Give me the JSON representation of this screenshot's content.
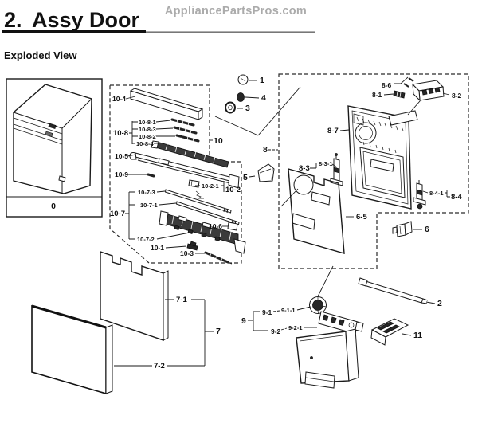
{
  "header": {
    "section_number": "2.",
    "title": "Assy Door",
    "watermark": "AppliancePartsPros.com",
    "subtitle": "Exploded View"
  },
  "colors": {
    "line": "#1a1a1a",
    "watermark_gray": "#ababab",
    "background": "#ffffff"
  },
  "diagram": {
    "labels": {
      "n0": "0",
      "n1": "1",
      "n2": "2",
      "n3": "3",
      "n4": "4",
      "n5": "5",
      "n6": "6",
      "n6_5": "6-5",
      "n7": "7",
      "n7_1": "7-1",
      "n7_2": "7-2",
      "n8": "8",
      "n8_1": "8-1",
      "n8_2": "8-2",
      "n8_3": "8-3",
      "n8_3_1": "8-3-1",
      "n8_4": "8-4",
      "n8_4_1": "8-4-1",
      "n8_6": "8-6",
      "n8_7": "8-7",
      "n9": "9",
      "n9_1": "9-1",
      "n9_1_1": "9-1-1",
      "n9_2": "9-2",
      "n9_2_1": "9-2-1",
      "n10": "10",
      "n10_1": "10-1",
      "n10_2": "10-2",
      "n10_2_1": "10-2-1",
      "n10_3": "10-3",
      "n10_4": "10-4",
      "n10_5": "10-5",
      "n10_6": "10-6",
      "n10_7": "10-7",
      "n10_7_1": "10-7-1",
      "n10_7_2": "10-7-2",
      "n10_7_3": "10-7-3",
      "n10_8": "10-8",
      "n10_8_1": "10-8-1",
      "n10_8_2": "10-8-2",
      "n10_8_3": "10-8-3",
      "n10_8_4": "10-8-4",
      "n10_9": "10-9",
      "n11": "11"
    }
  }
}
